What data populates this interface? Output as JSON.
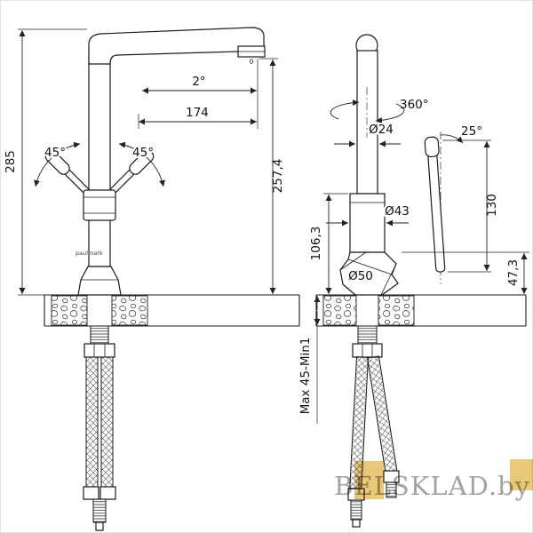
{
  "title": "faucet-technical-drawing",
  "brand": "paulmark",
  "line_color": "#222222",
  "front_view": {
    "dim_overall_height": "285",
    "dim_spout_angle": "2°",
    "dim_spout_reach": "174",
    "dim_spout_height": "257,4",
    "dim_handle_angle_left": "45°",
    "dim_handle_angle_right": "45°"
  },
  "side_view": {
    "dim_swivel_angle": "360°",
    "dim_column_diameter": "Ø24",
    "dim_lever_angle": "25°",
    "dim_lever_length": "130",
    "dim_body_diameter": "Ø43",
    "dim_body_height": "106,3",
    "dim_base_diameter": "Ø50",
    "dim_base_height": "47,3",
    "dim_mount_thickness": "Max 45-Min1"
  },
  "watermark": {
    "text": "BELSKLAD.by",
    "text_color": "#a3a3a3",
    "block_color": "#e9c878"
  }
}
